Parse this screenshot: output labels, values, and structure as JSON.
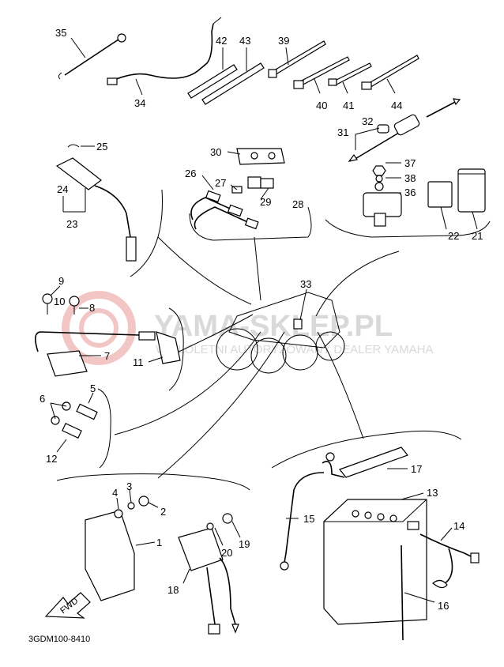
{
  "diagram": {
    "code": "3GDM100-8410",
    "fwd_label": "FWD",
    "watermark": {
      "title": "YAMA-SKLEP.PL",
      "subtitle": "WIELOLETNI AUTORYZOWANY DEALER YAMAHA"
    },
    "part_numbers": {
      "p1": "1",
      "p2": "2",
      "p3": "3",
      "p4": "4",
      "p5": "5",
      "p6": "6",
      "p7": "7",
      "p8": "8",
      "p9": "9",
      "p10": "10",
      "p11": "11",
      "p12": "12",
      "p13": "13",
      "p14": "14",
      "p15": "15",
      "p16": "16",
      "p17": "17",
      "p18": "18",
      "p19": "19",
      "p20": "20",
      "p21": "21",
      "p22": "22",
      "p23": "23",
      "p24": "24",
      "p25": "25",
      "p26": "26",
      "p27": "27",
      "p28": "28",
      "p29": "29",
      "p30": "30",
      "p31": "31",
      "p32": "32",
      "p33": "33",
      "p34": "34",
      "p35": "35",
      "p36": "36",
      "p37": "37",
      "p38": "38",
      "p39": "39",
      "p40": "40",
      "p41": "41",
      "p42": "42",
      "p43": "43",
      "p44": "44"
    },
    "colors": {
      "ink": "#000000",
      "watermark": "#d9d9d9",
      "watermark_logo": "#f3c6c6"
    }
  }
}
